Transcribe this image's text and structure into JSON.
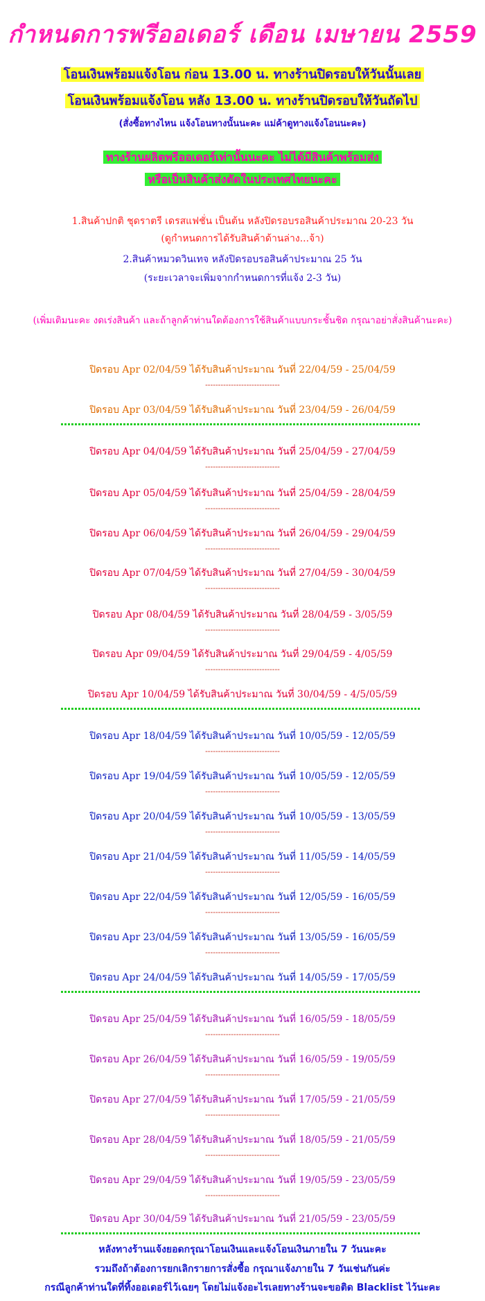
{
  "title": "กำหนดการพรีออเดอร์ เดือน เมษายน 2559",
  "highlights": {
    "line1": "โอนเงินพร้อมแจ้งโอน ก่อน 13.00 น. ทางร้านปิดรอบให้วันนั้นเลย",
    "line2": "โอนเงินพร้อมแจ้งโอน หลัง 13.00 น. ทางร้านปิดรอบให้วันถัดไป",
    "line3": "(สั่งซื้อทางไหน แจ้งโอนทางนั้นนะคะ แม่ค้าดูทางแจ้งโอนนะคะ)",
    "green1": "ทางร้านผลิตพรีออเดอร์เท่านั้นนะคะ ไม่ได้มีสินค้าพร้อมส่ง",
    "green2": "หรือเป็นสินค้าส่งตัดในประเทศไทยนะคะ"
  },
  "notes": {
    "n1": "1.สินค้าปกติ ชุดราตรี เดรสแฟชั่น เป็นต้น หลังปิดรอบรอสินค้าประมาณ 20-23 วัน",
    "n2": "(ดูกำหนดการได้รับสินค้าด้านล่าง...จ้า)",
    "n3": "2.สินค้าหมวดวินเทจ หลังปิดรอบรอสินค้าประมาณ 25 วัน",
    "n4": "(ระยะเวลาจะเพิ่มจากกำหนดการที่แจ้ง 2-3 วัน)",
    "n5": "(เพิ่มเติมนะคะ งดเร่งสินค้า และถ้าลูกค้าท่านใดต้องการใช้สินค้าแบบกระชั้นชิด กรุณาอย่าสั่งสินค้านะคะ)"
  },
  "dash_text": "-----------------------------",
  "rounds": [
    "ปิดรอบ Apr 02/04/59 ได้รับสินค้าประมาณ วันที่ 22/04/59 - 25/04/59",
    "ปิดรอบ Apr 03/04/59 ได้รับสินค้าประมาณ วันที่ 23/04/59 - 26/04/59",
    "ปิดรอบ Apr 04/04/59 ได้รับสินค้าประมาณ วันที่ 25/04/59 - 27/04/59",
    "ปิดรอบ Apr 05/04/59 ได้รับสินค้าประมาณ วันที่ 25/04/59 - 28/04/59",
    "ปิดรอบ Apr 06/04/59 ได้รับสินค้าประมาณ วันที่ 26/04/59 - 29/04/59",
    "ปิดรอบ Apr 07/04/59 ได้รับสินค้าประมาณ วันที่ 27/04/59 - 30/04/59",
    "ปิดรอบ Apr 08/04/59 ได้รับสินค้าประมาณ วันที่ 28/04/59 - 3/05/59",
    "ปิดรอบ Apr 09/04/59 ได้รับสินค้าประมาณ วันที่ 29/04/59 - 4/05/59",
    "ปิดรอบ Apr 10/04/59 ได้รับสินค้าประมาณ วันที่ 30/04/59 - 4/5/05/59",
    "ปิดรอบ Apr 18/04/59 ได้รับสินค้าประมาณ วันที่ 10/05/59 - 12/05/59",
    "ปิดรอบ Apr 19/04/59 ได้รับสินค้าประมาณ วันที่ 10/05/59 - 12/05/59",
    "ปิดรอบ Apr 20/04/59 ได้รับสินค้าประมาณ วันที่ 10/05/59 - 13/05/59",
    "ปิดรอบ Apr 21/04/59 ได้รับสินค้าประมาณ วันที่ 11/05/59 - 14/05/59",
    "ปิดรอบ Apr 22/04/59 ได้รับสินค้าประมาณ วันที่ 12/05/59 - 16/05/59",
    "ปิดรอบ Apr 23/04/59 ได้รับสินค้าประมาณ วันที่ 13/05/59 - 16/05/59",
    "ปิดรอบ Apr 24/04/59 ได้รับสินค้าประมาณ วันที่ 14/05/59 - 17/05/59",
    "ปิดรอบ Apr 25/04/59 ได้รับสินค้าประมาณ วันที่ 16/05/59 - 18/05/59",
    "ปิดรอบ Apr 26/04/59 ได้รับสินค้าประมาณ วันที่ 16/05/59 - 19/05/59",
    "ปิดรอบ Apr 27/04/59 ได้รับสินค้าประมาณ วันที่ 17/05/59 - 21/05/59",
    "ปิดรอบ Apr 28/04/59 ได้รับสินค้าประมาณ วันที่ 18/05/59 - 21/05/59",
    "ปิดรอบ Apr 29/04/59 ได้รับสินค้าประมาณ วันที่ 19/05/59 - 23/05/59",
    "ปิดรอบ Apr 30/04/59 ได้รับสินค้าประมาณ วันที่  21/05/59 - 23/05/59"
  ],
  "colors": {
    "title": "#ff1fb5",
    "orange": "#e06a00",
    "crimson": "#e0003a",
    "blue": "#1020c0",
    "purple": "#a010b0",
    "separator": "#22cc22"
  },
  "footer": {
    "f1": "หลังทางร้านแจ้งยอดกรุณาโอนเงินและแจ้งโอนเงินภายใน 7 วันนะคะ",
    "f2": "รวมถึงถ้าต้องการยกเลิกรายการสั่งซื้อ กรุณาแจ้งภายใน 7 วันเช่นกันค่ะ",
    "f3": "กรณีลูกค้าท่านใดที่ทิ้งออเดอร์ไว้เฉยๆ โดยไม่แจ้งอะไรเลยทางร้านจะขอติด Blacklist ไว้นะคะ"
  }
}
